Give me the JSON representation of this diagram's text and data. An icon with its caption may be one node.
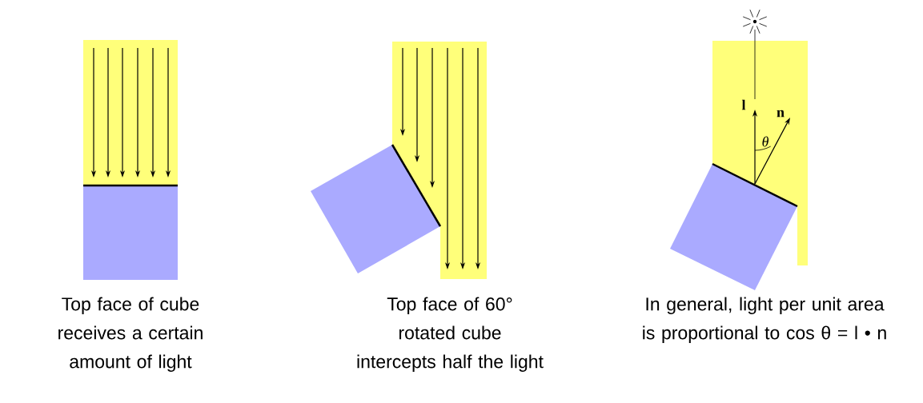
{
  "diagram": {
    "labels": [
      "l",
      "n",
      "θ",
      "Top face of cube receives a certain amount of light",
      "Top face of 60° rotated cube intercepts half the light",
      "In general, light per unit area is proportional to cos θ = l • n"
    ]
  }
}
